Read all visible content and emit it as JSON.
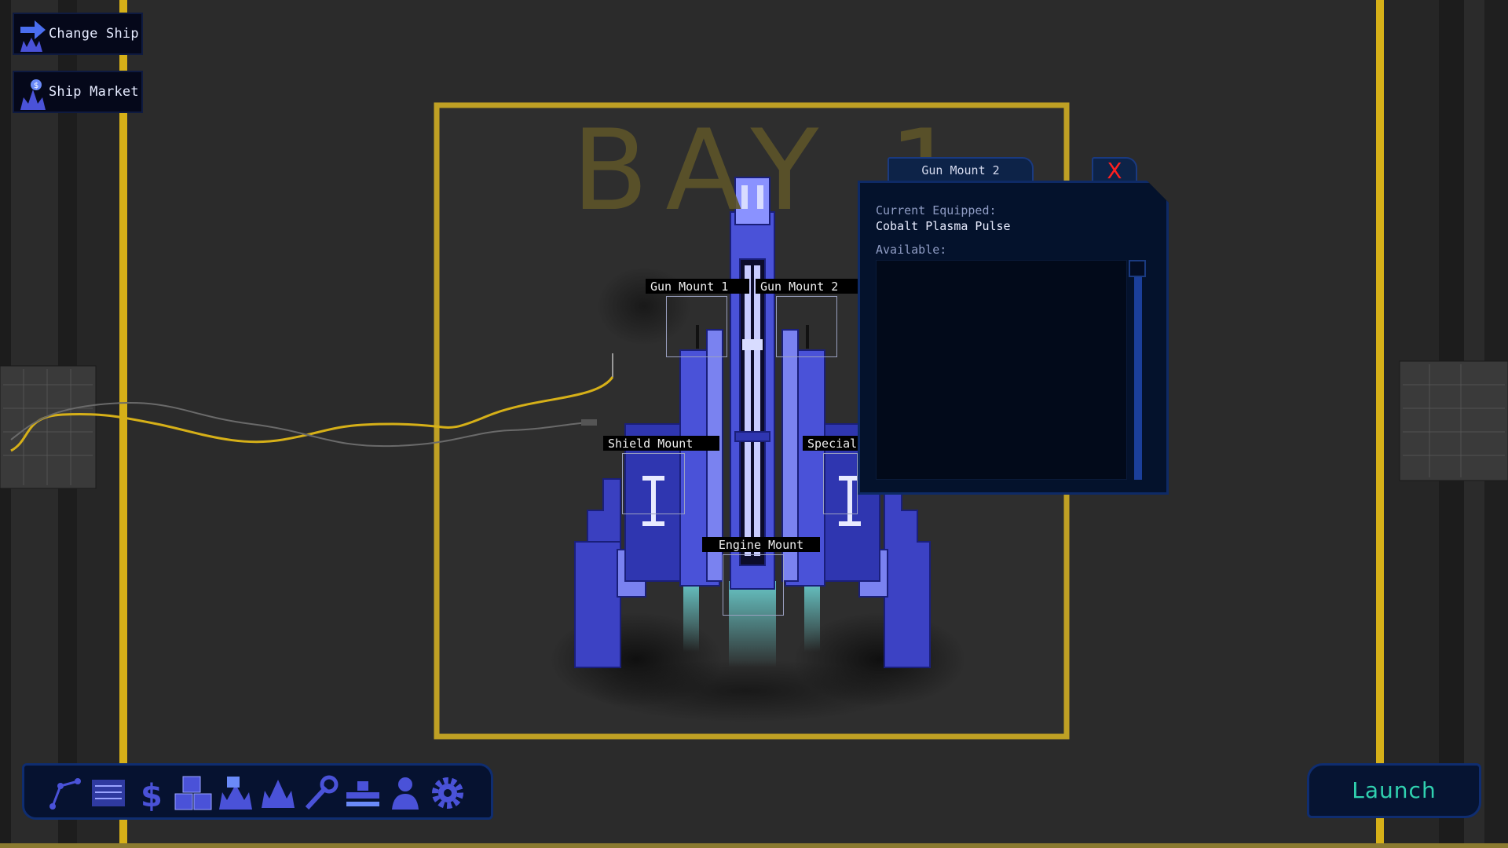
{
  "top_buttons": {
    "change_ship": "Change Ship",
    "ship_market": "Ship Market"
  },
  "bay": {
    "title": "BAY 1"
  },
  "mounts": {
    "gun1": "Gun Mount 1",
    "gun2": "Gun Mount 2",
    "shield": "Shield Mount",
    "special": "Special Mount",
    "engine": "Engine Mount"
  },
  "panel": {
    "tab_title": "Gun Mount 2",
    "close_label": "X",
    "current_equipped_label": "Current Equipped:",
    "current_equipped_value": "Cobalt Plasma Pulse",
    "available_label": "Available:"
  },
  "toolbar": {
    "icons": [
      "route-icon",
      "list-icon",
      "dollar-icon",
      "cargo-icon",
      "ship-repair-icon",
      "ships-icon",
      "wrench-icon",
      "stations-icon",
      "person-icon",
      "gear-icon"
    ]
  },
  "launch": {
    "label": "Launch"
  },
  "colors": {
    "accent_yellow": "#d6b018",
    "ui_blue": "#0f2d70",
    "ship_blue": "#4a52d8",
    "launch_text": "#30d1b0",
    "close_red": "#ff2020"
  }
}
